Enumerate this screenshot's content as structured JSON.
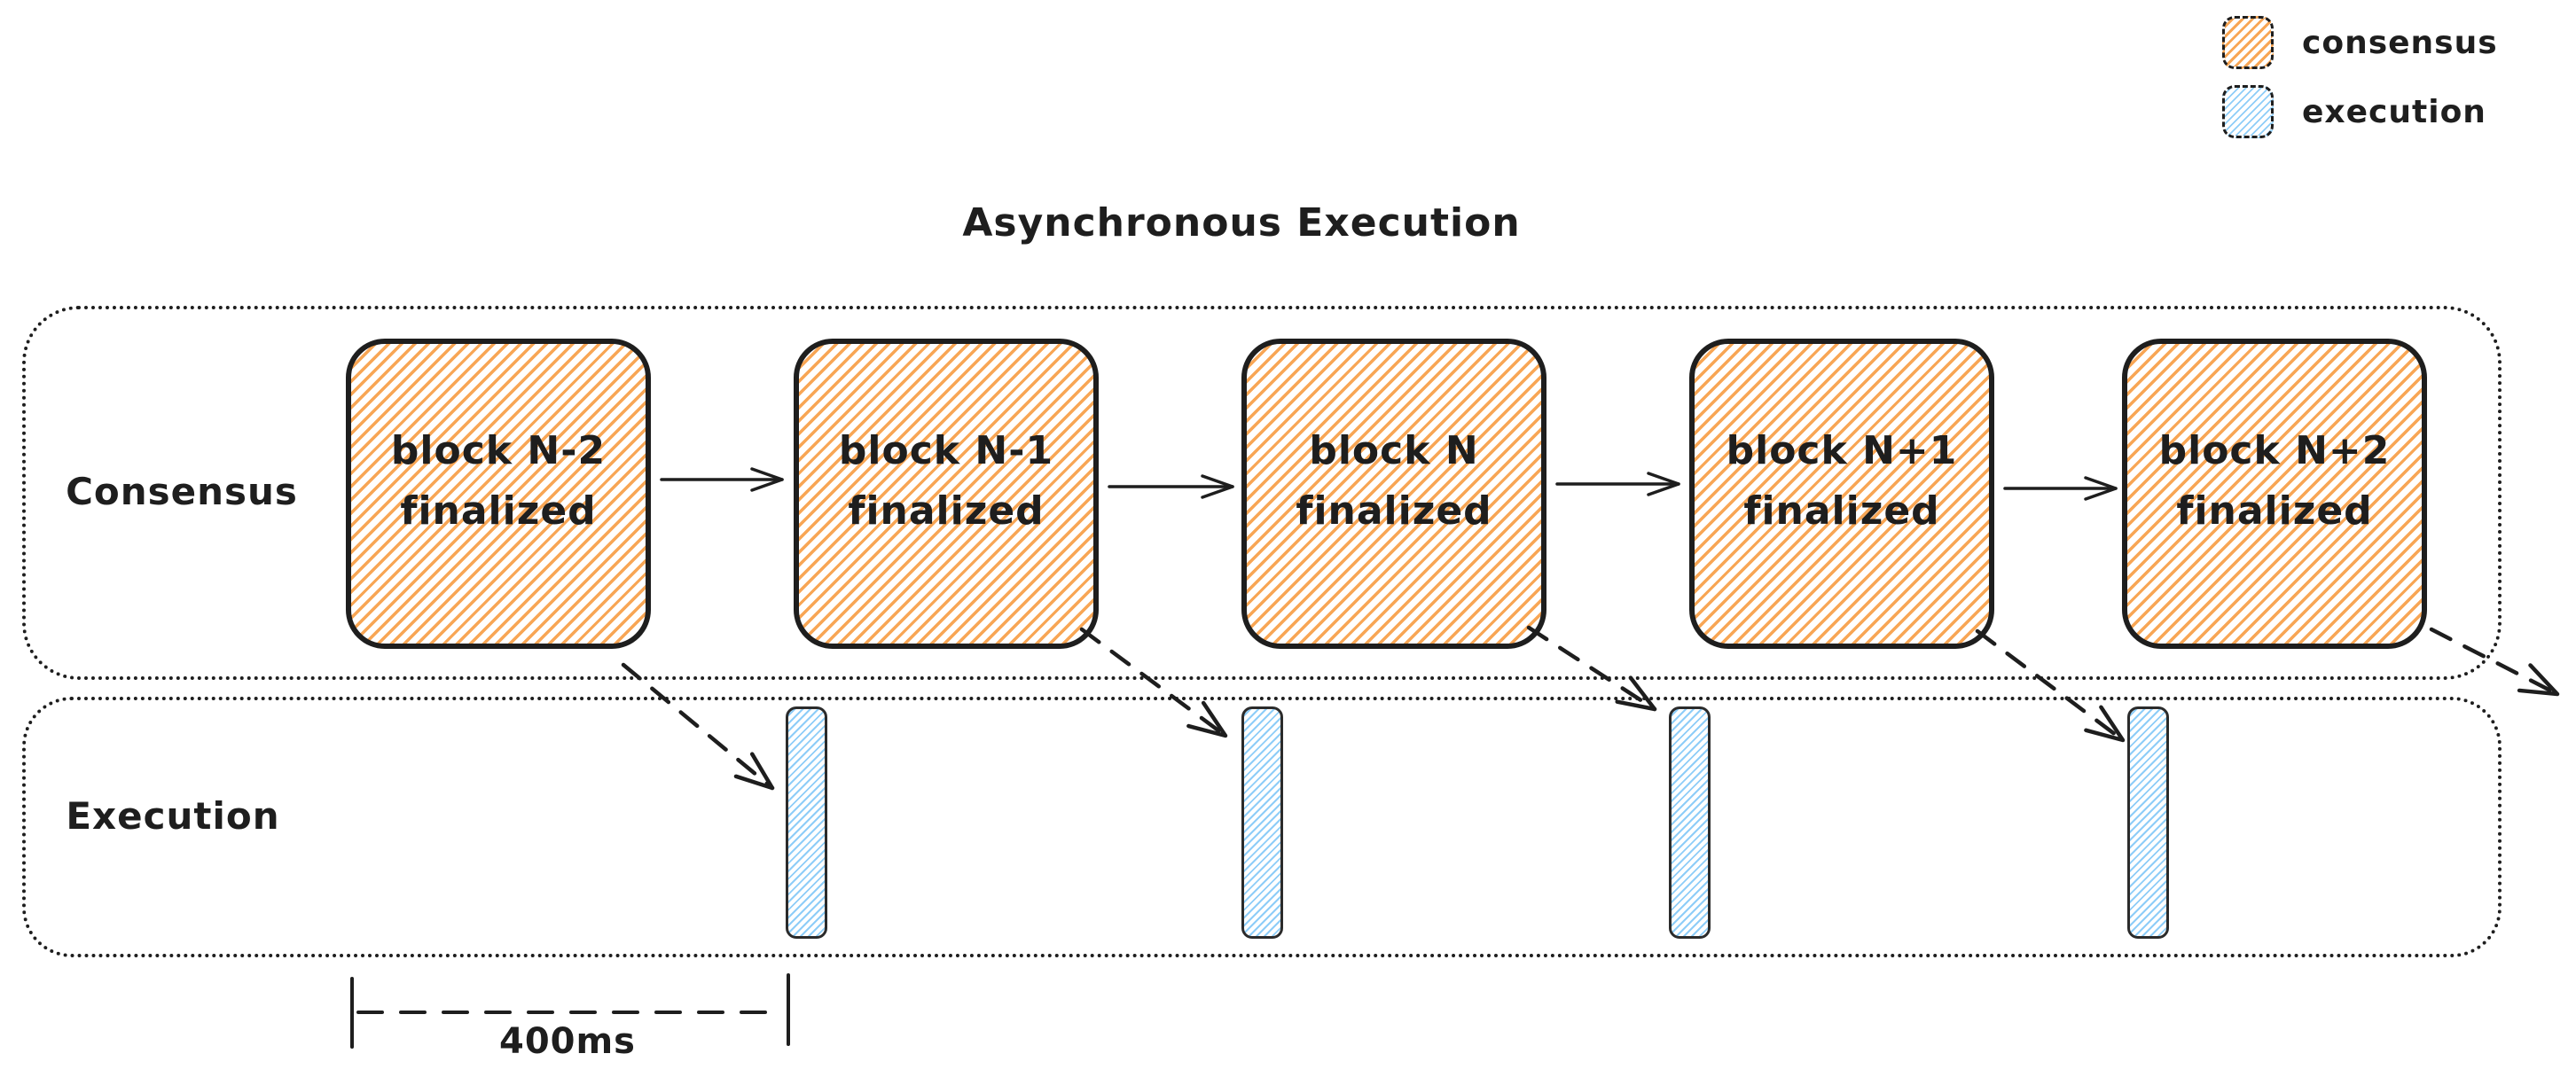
{
  "title": "Asynchronous Execution",
  "legend": {
    "items": [
      {
        "label": "consensus",
        "swatch": "orange-hachure",
        "color": "#f8a655"
      },
      {
        "label": "execution",
        "swatch": "blue-hachure",
        "color": "#8ecdf8"
      }
    ]
  },
  "lanes": {
    "consensus": {
      "label": "Consensus"
    },
    "execution": {
      "label": "Execution"
    }
  },
  "blocks": [
    {
      "line1": "block N-2",
      "line2": "finalized"
    },
    {
      "line1": "block N-1",
      "line2": "finalized"
    },
    {
      "line1": "block N",
      "line2": "finalized"
    },
    {
      "line1": "block N+1",
      "line2": "finalized"
    },
    {
      "line1": "block N+2",
      "line2": "finalized"
    }
  ],
  "execution_bars": {
    "count": 4
  },
  "measurement": {
    "label": "400ms"
  },
  "colors": {
    "stroke": "#1e1e1e",
    "consensus_fill": "#f8a655",
    "execution_fill": "#8ecdf8",
    "background": "#ffffff"
  }
}
